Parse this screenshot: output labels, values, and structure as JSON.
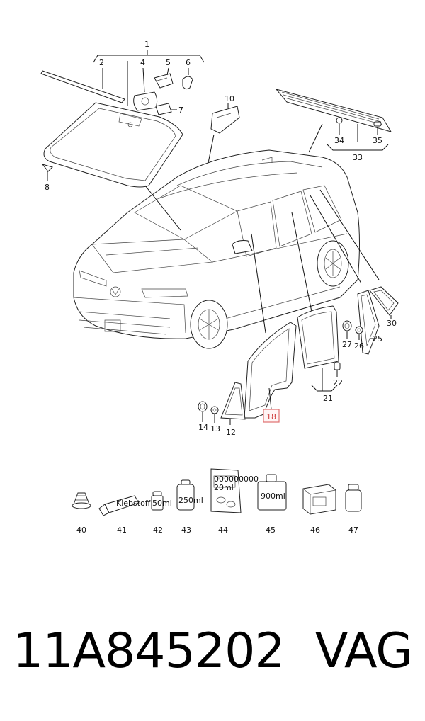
{
  "callouts": {
    "c1": "1",
    "c2": "2",
    "c4": "4",
    "c5": "5",
    "c6": "6",
    "c7": "7",
    "c8": "8",
    "c10": "10",
    "c12": "12",
    "c13": "13",
    "c14": "14",
    "c18": "18",
    "c21": "21",
    "c22": "22",
    "c25": "25",
    "c26": "26",
    "c27": "27",
    "c30": "30",
    "c33": "33",
    "c34": "34",
    "c35": "35",
    "c40": "40",
    "c41": "41",
    "c42": "42",
    "c43": "43",
    "c44": "44",
    "c45": "45",
    "c46": "46",
    "c47": "47"
  },
  "product_labels": {
    "tube": "Klebstoff",
    "can_small": "50ml",
    "can_medium": "250ml",
    "bag": "000000000\n20ml",
    "bottle": "900ml"
  },
  "highlighted_callout": "18",
  "footer": {
    "part_number": "11A845202",
    "brand": "VAG"
  },
  "colors": {
    "highlight": "#e07070",
    "ink": "#111111"
  }
}
